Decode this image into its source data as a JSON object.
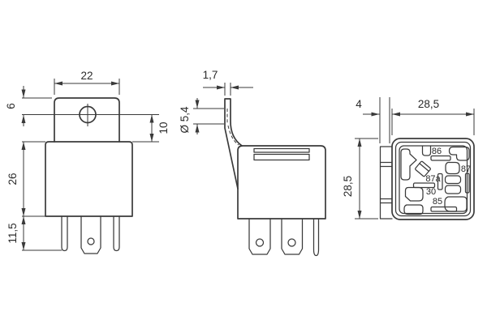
{
  "colors": {
    "line": "#3a3a3a",
    "text": "#2a2a2a",
    "background": "#ffffff"
  },
  "front_view": {
    "dim_tab_width": "22",
    "dim_top_to_hole": "6",
    "dim_hole_to_body": "10",
    "dim_body_height": "26",
    "dim_pin_length": "11,5"
  },
  "side_view": {
    "dim_bracket_thickness": "1,7",
    "dim_hole_diameter": "Ø 5,4"
  },
  "back_view": {
    "dim_bracket_depth": "4",
    "dim_body_width": "28,5",
    "dim_body_height": "28,5",
    "pins": {
      "p86": "86",
      "p87": "87",
      "p87a": "87a",
      "p30": "30",
      "p85": "85"
    }
  }
}
